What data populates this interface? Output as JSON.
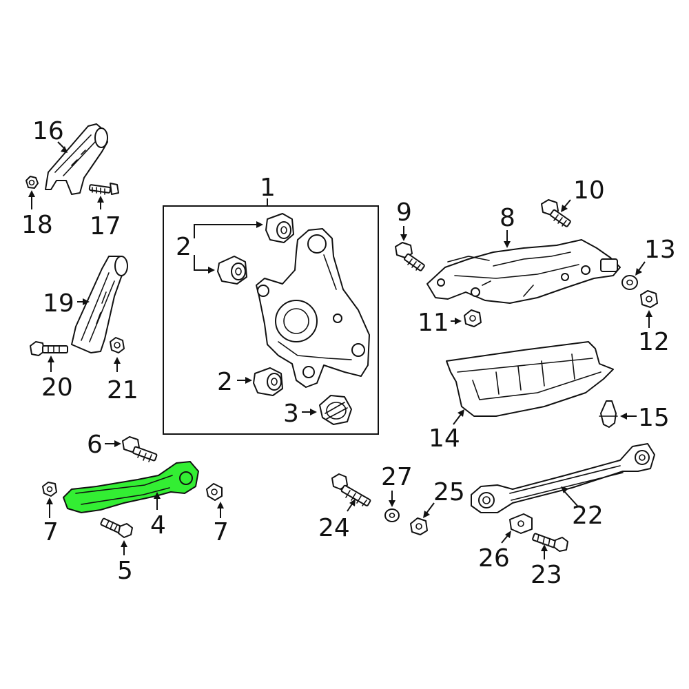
{
  "diagram": {
    "highlight_color": "#33ee33",
    "line_color": "#111111",
    "background_color": "#ffffff",
    "highlighted_part": "4",
    "callouts": {
      "c1": "1",
      "c2a": "2",
      "c2b": "2",
      "c3": "3",
      "c4": "4",
      "c5": "5",
      "c6": "6",
      "c7a": "7",
      "c7b": "7",
      "c8": "8",
      "c9": "9",
      "c10": "10",
      "c11": "11",
      "c12": "12",
      "c13": "13",
      "c14": "14",
      "c15": "15",
      "c16": "16",
      "c17": "17",
      "c18": "18",
      "c19": "19",
      "c20": "20",
      "c21": "21",
      "c22": "22",
      "c23": "23",
      "c24": "24",
      "c25": "25",
      "c26": "26",
      "c27": "27"
    }
  }
}
